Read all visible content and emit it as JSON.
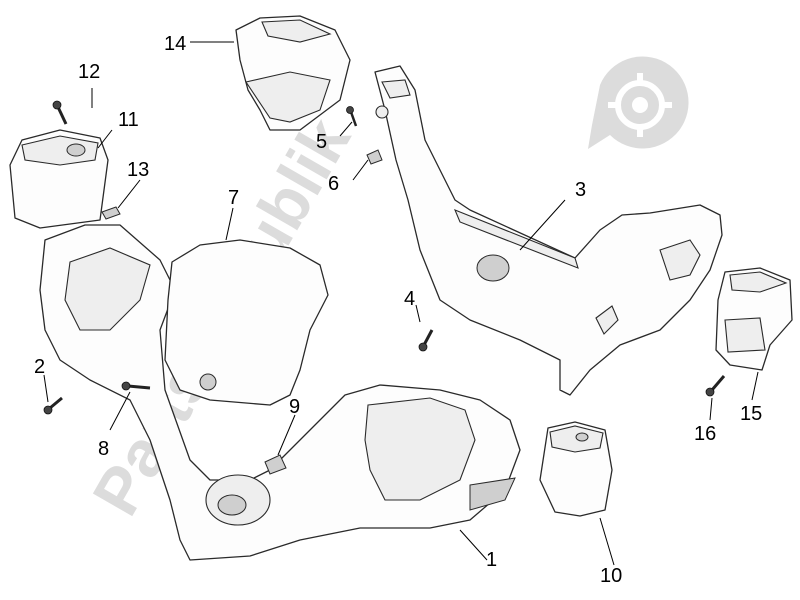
{
  "watermark": {
    "text": "PartsRepublik",
    "color": "#dcdcdc"
  },
  "callouts": [
    {
      "id": "1",
      "label": "1"
    },
    {
      "id": "2",
      "label": "2"
    },
    {
      "id": "3",
      "label": "3"
    },
    {
      "id": "4",
      "label": "4"
    },
    {
      "id": "5",
      "label": "5"
    },
    {
      "id": "6",
      "label": "6"
    },
    {
      "id": "7",
      "label": "7"
    },
    {
      "id": "8",
      "label": "8"
    },
    {
      "id": "9",
      "label": "9"
    },
    {
      "id": "10",
      "label": "10"
    },
    {
      "id": "11",
      "label": "11"
    },
    {
      "id": "12",
      "label": "12"
    },
    {
      "id": "13",
      "label": "13"
    },
    {
      "id": "14",
      "label": "14"
    },
    {
      "id": "15",
      "label": "15"
    },
    {
      "id": "16",
      "label": "16"
    }
  ],
  "icons": {
    "watermark_logo": "gear-icon"
  }
}
